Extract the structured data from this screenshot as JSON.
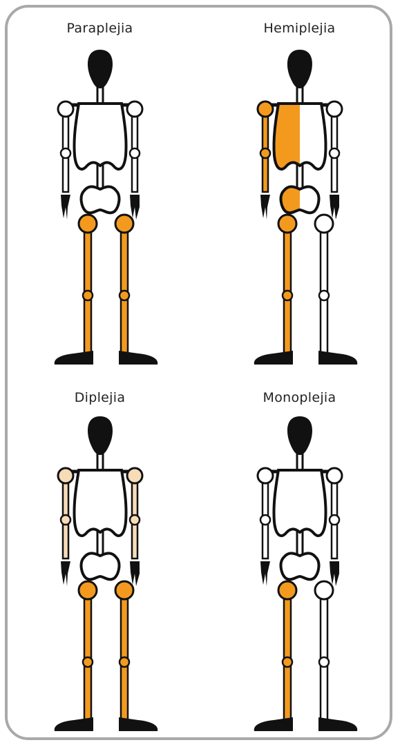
{
  "colors": {
    "affected": "#f39a1e",
    "affected_light": "#f7dcb8",
    "outline": "#111111",
    "unaffected": "#ffffff",
    "frame": "#a9a9a9"
  },
  "figures": [
    {
      "key": "paraplejia",
      "title": "Paraplejia",
      "affected": {
        "left_arm": "none",
        "right_arm": "none",
        "torso": "none",
        "pelvis": "none",
        "left_leg": "full",
        "right_leg": "full"
      }
    },
    {
      "key": "hemiplejia",
      "title": "Hemiplejia",
      "affected": {
        "left_arm": "full",
        "right_arm": "none",
        "torso": "left-half",
        "pelvis": "left-half",
        "left_leg": "full",
        "right_leg": "none"
      }
    },
    {
      "key": "diplejia",
      "title": "Diplejia",
      "affected": {
        "left_arm": "light",
        "right_arm": "light",
        "torso": "none",
        "pelvis": "none",
        "left_leg": "full",
        "right_leg": "full"
      }
    },
    {
      "key": "monoplejia",
      "title": "Monoplejia",
      "affected": {
        "left_arm": "none",
        "right_arm": "none",
        "torso": "none",
        "pelvis": "none",
        "left_leg": "full",
        "right_leg": "none"
      }
    }
  ]
}
